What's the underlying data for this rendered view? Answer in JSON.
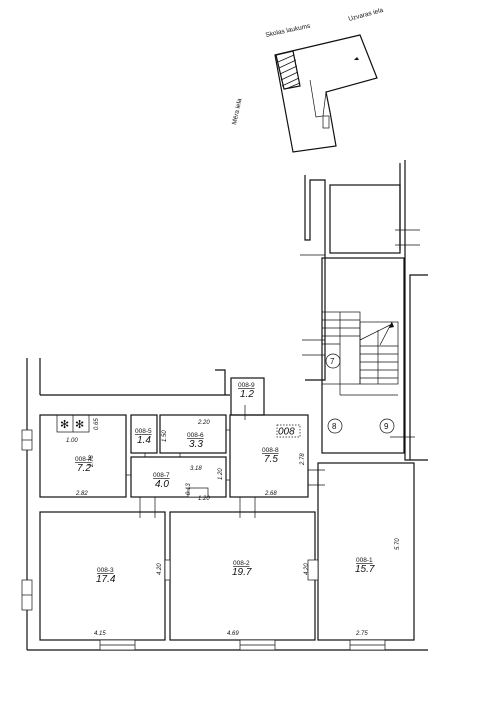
{
  "site": {
    "streets": {
      "north": "Skolas laukums",
      "northeast": "Uzvaras iela",
      "west": "Mēra iela"
    }
  },
  "unit": {
    "label": "008"
  },
  "stairs": {
    "numbers": [
      "7",
      "8",
      "9"
    ]
  },
  "rooms": [
    {
      "id": "008-9",
      "area": "1.2"
    },
    {
      "id": "008-5",
      "area": "1.4"
    },
    {
      "id": "008-6",
      "area": "3.3"
    },
    {
      "id": "008-8",
      "area": "7.5"
    },
    {
      "id": "008-4",
      "area": "7.2"
    },
    {
      "id": "008-7",
      "area": "4.0"
    },
    {
      "id": "008-3",
      "area": "17.4"
    },
    {
      "id": "008-2",
      "area": "19.7"
    },
    {
      "id": "008-1",
      "area": "15.7"
    }
  ],
  "dimensions": {
    "d_0_65": "0.65",
    "d_1_00": "1.00",
    "d_2_78a": "2.78",
    "d_2_82": "2.82",
    "d_1_50": "1.50",
    "d_2_20": "2.20",
    "d_3_18": "3.18",
    "d_0_13": "0.13",
    "d_1_20a": "1.20",
    "d_1_20b": "1.20",
    "d_2_78b": "2.78",
    "d_2_68": "2.68",
    "d_4_20a": "4.20",
    "d_4_20b": "4.20",
    "d_5_70": "5.70",
    "d_4_15": "4.15",
    "d_4_69": "4.69",
    "d_2_75": "2.75"
  }
}
